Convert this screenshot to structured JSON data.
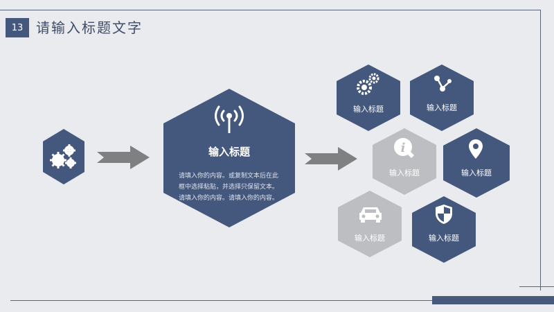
{
  "header": {
    "page_number": "13",
    "title": "请输入标题文字"
  },
  "main_block": {
    "title": "输入标题",
    "description": "请填入你的内容。或复制文本后在此框中选择粘贴，并选择只保留文本。请填入你的内容。请填入你的内容。"
  },
  "items": [
    {
      "label": "输入标题",
      "icon": "gears-icon"
    },
    {
      "label": "输入标题",
      "icon": "share-icon"
    },
    {
      "label": "输入标题",
      "icon": "info-icon"
    },
    {
      "label": "输入标题",
      "icon": "location-pin-icon"
    },
    {
      "label": "输入标题",
      "icon": "car-icon"
    },
    {
      "label": "输入标题",
      "icon": "shield-icon"
    }
  ],
  "colors": {
    "primary": "#44577c",
    "muted": "#bdbec1",
    "background": "#e9ebef",
    "arrow": "#7e8081"
  }
}
